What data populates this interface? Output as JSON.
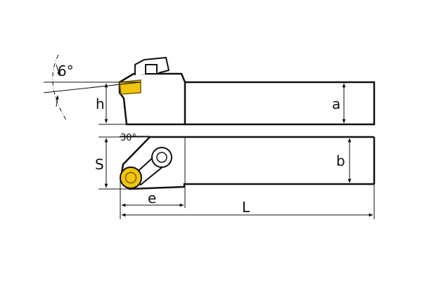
{
  "labels": {
    "angle_clearance": "6°",
    "h": "h",
    "a": "a",
    "angle_lead": "30°",
    "s": "S",
    "b": "b",
    "e": "e",
    "L": "L"
  },
  "colors": {
    "outline": "#111111",
    "insert": "#f1c40f",
    "insert_outline": "#7a6200",
    "background": "#ffffff"
  }
}
